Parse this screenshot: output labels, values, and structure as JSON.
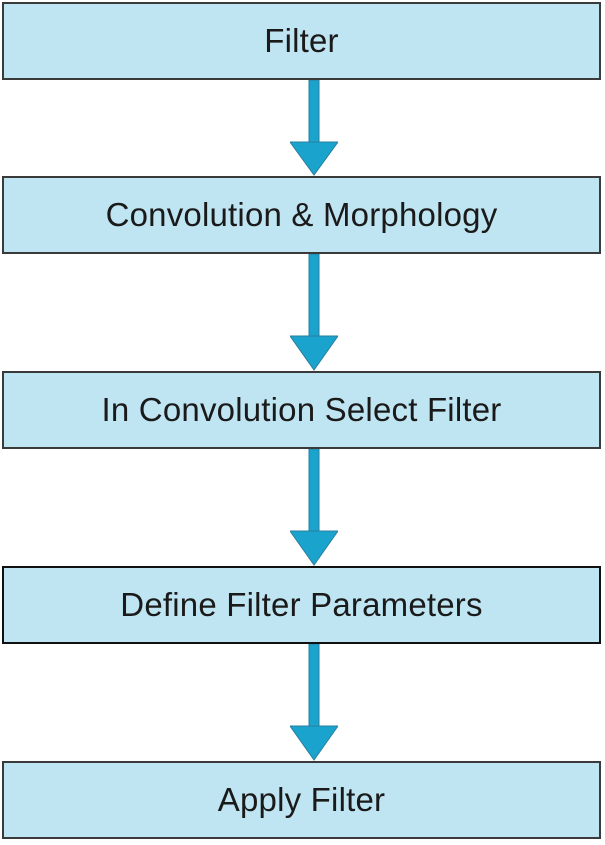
{
  "flowchart": {
    "steps": [
      {
        "label": "Filter"
      },
      {
        "label": "Convolution & Morphology"
      },
      {
        "label": "In Convolution Select Filter"
      },
      {
        "label": "Define Filter Parameters"
      },
      {
        "label": "Apply Filter"
      }
    ],
    "colors": {
      "box_fill": "#bfe4f2",
      "box_border": "#3a3a3a",
      "arrow": "#1aa3cc",
      "arrow_outline": "#2a7f9e",
      "text": "#1a1a1a"
    }
  }
}
